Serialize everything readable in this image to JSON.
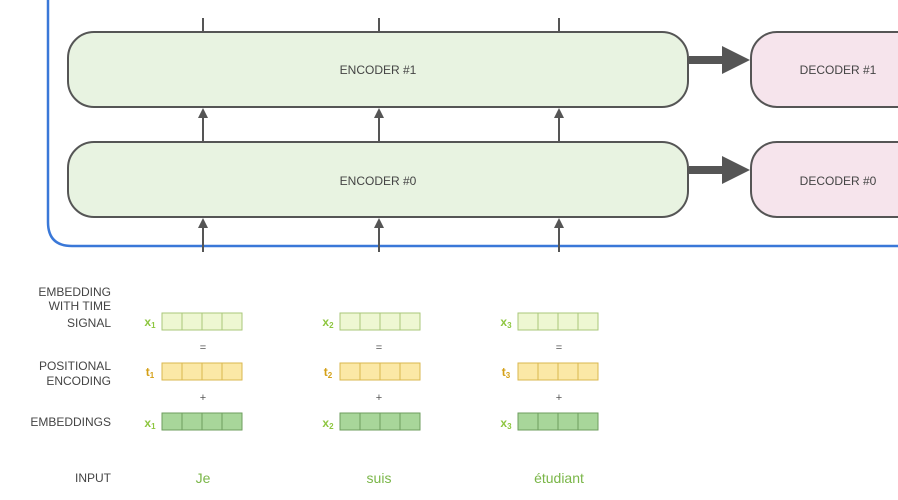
{
  "encoders": [
    {
      "label": "ENCODER #1"
    },
    {
      "label": "ENCODER #0"
    }
  ],
  "decoders": [
    {
      "label": "DECODER #1"
    },
    {
      "label": "DECODER #0"
    }
  ],
  "row_labels": {
    "embedding_with_time_signal": [
      "EMBEDDING",
      "WITH TIME",
      "SIGNAL"
    ],
    "positional_encoding": [
      "POSITIONAL",
      "ENCODING"
    ],
    "embeddings": "EMBEDDINGS",
    "input": "INPUT"
  },
  "operators": {
    "equals": "=",
    "plus": "+"
  },
  "tokens": [
    {
      "word": "Je",
      "x_label": "x",
      "t_label": "t",
      "sub": "1"
    },
    {
      "word": "suis",
      "x_label": "x",
      "t_label": "t",
      "sub": "2"
    },
    {
      "word": "étudiant",
      "x_label": "x",
      "t_label": "t",
      "sub": "3"
    }
  ],
  "colors": {
    "encoder_fill": "#e8f3e1",
    "decoder_fill": "#f6e4ec",
    "box_stroke": "#555555",
    "frame_blue": "#3a78d8",
    "arrow": "#555555",
    "x_text": "#8dc63f",
    "t_text": "#d4a017",
    "signal_cell": "#eef7d2",
    "signal_stroke": "#a9c77a",
    "pos_cell": "#fbe8a6",
    "pos_stroke": "#d9b74f",
    "emb_cell": "#a8d69a",
    "emb_stroke": "#6e9e5e",
    "input_word": "#7ab648"
  }
}
